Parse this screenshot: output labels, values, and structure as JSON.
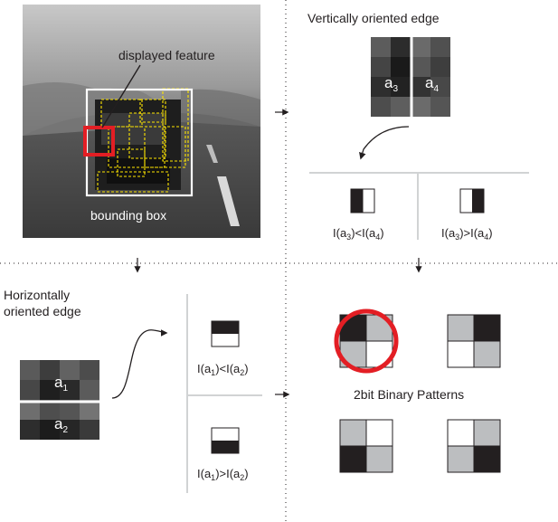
{
  "photo": {
    "displayed_feature_label": "displayed feature",
    "bounding_box_label": "bounding box"
  },
  "vertical_edge": {
    "title": "Vertically oriented edge",
    "left_cell": {
      "base": "a",
      "sub": "3"
    },
    "right_cell": {
      "base": "a",
      "sub": "4"
    },
    "pattern_less": {
      "parts": [
        "I(a",
        "3",
        ")<I(a",
        "4",
        ")"
      ]
    },
    "pattern_greater": {
      "parts": [
        "I(a",
        "3",
        ")>I(a",
        "4",
        ")"
      ]
    }
  },
  "horizontal_edge": {
    "title_line1": "Horizontally",
    "title_line2": "oriented edge",
    "top_cell": {
      "base": "a",
      "sub": "1"
    },
    "bottom_cell": {
      "base": "a",
      "sub": "2"
    },
    "pattern_less": {
      "parts": [
        "I(a",
        "1",
        ")<I(a",
        "2",
        ")"
      ]
    },
    "pattern_greater": {
      "parts": [
        "I(a",
        "1",
        ")>I(a",
        "2",
        ")"
      ]
    }
  },
  "binary_patterns": {
    "title": "2bit Binary Patterns",
    "highlight_color": "#e31e24"
  },
  "colors": {
    "dark": "#231f20",
    "grey": "#bcbec0",
    "highlight": "#e31e24",
    "roi_yellow": "#ffe600",
    "divider": "#d1d3d4"
  }
}
